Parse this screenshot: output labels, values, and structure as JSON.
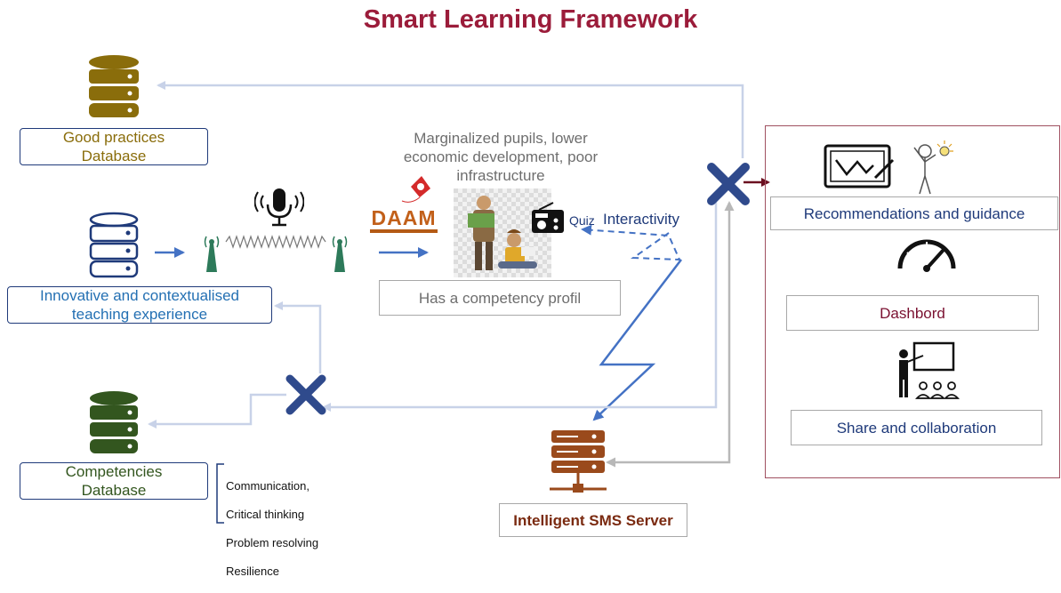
{
  "title": "Smart Learning Framework",
  "databases": {
    "good_practices": {
      "label": "Good practices\nDatabase",
      "color": "#8a6d0b"
    },
    "innovative": {
      "label": "Innovative and contextualised\nteaching experience",
      "color": "#1f3a7a",
      "label_color": "#2470b3"
    },
    "competencies": {
      "label": "Competencies\nDatabase",
      "color": "#33561f"
    }
  },
  "competency_list": [
    "Communication,",
    "Critical thinking",
    "Problem resolving",
    "Resilience"
  ],
  "pupils_text": "Marginalized pupils, lower\neconomic development, poor\ninfrastructure",
  "logo_text": "DAAM",
  "quiz_label": "Quiz",
  "interactivity_label": "Interactivity",
  "competency_profile": "Has a competency profil",
  "server_label": "Intelligent SMS Server",
  "panel": {
    "recommendations": "Recommendations and guidance",
    "dashboard": "Dashbord",
    "share": "Share and collaboration"
  },
  "colors": {
    "title": "#9b1c3a",
    "blue_arrow": "#4472c4",
    "light_arrow": "#c8d2e8",
    "server": "#9a4a1c",
    "panel_border": "#a05060",
    "x_mark": "#2f4a8c"
  }
}
